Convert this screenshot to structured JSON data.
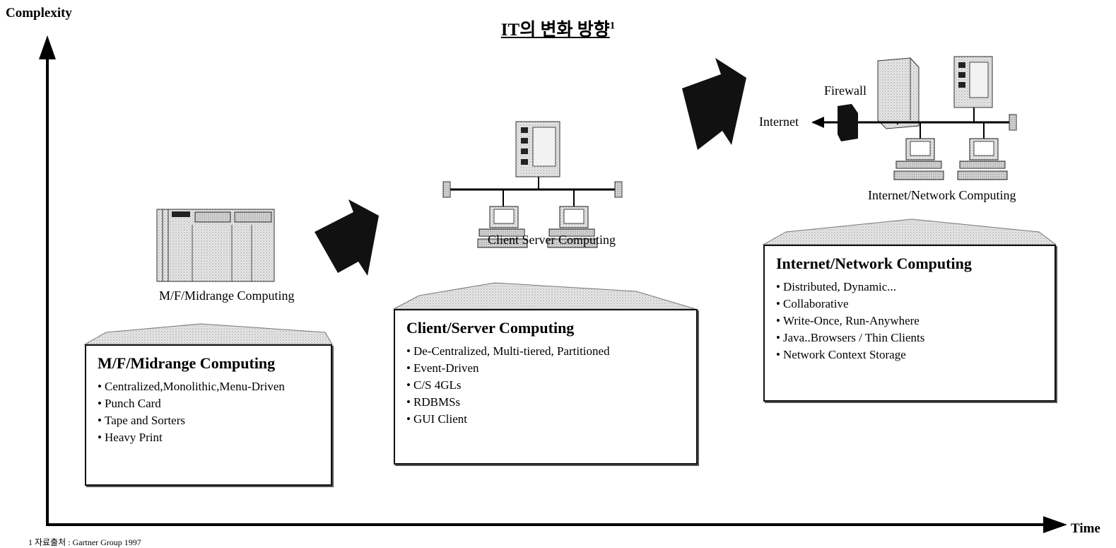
{
  "title": {
    "main": "IT의 변화 방향",
    "footnote_ref": "1"
  },
  "axes": {
    "y_label": "Complexity",
    "x_label": "Time"
  },
  "stages": [
    {
      "caption": "M/F/Midrange Computing",
      "panel_title": "M/F/Midrange Computing",
      "items": [
        "Centralized,Monolithic,Menu-Driven",
        "Punch Card",
        "Tape and Sorters",
        "Heavy Print"
      ]
    },
    {
      "caption": "Client Server Computing",
      "panel_title": "Client/Server Computing",
      "items": [
        "De-Centralized, Multi-tiered, Partitioned",
        "Event-Driven",
        "C/S 4GLs",
        "RDBMSs",
        "GUI Client"
      ]
    },
    {
      "caption": "Internet/Network Computing",
      "panel_title": "Internet/Network Computing",
      "items": [
        "Distributed, Dynamic...",
        "Collaborative",
        "Write-Once, Run-Anywhere",
        "Java..Browsers / Thin Clients",
        "Network Context Storage"
      ]
    }
  ],
  "network_labels": {
    "firewall": "Firewall",
    "internet": "Internet"
  },
  "footnote": "1 자료출처 : Gartner Group 1997"
}
